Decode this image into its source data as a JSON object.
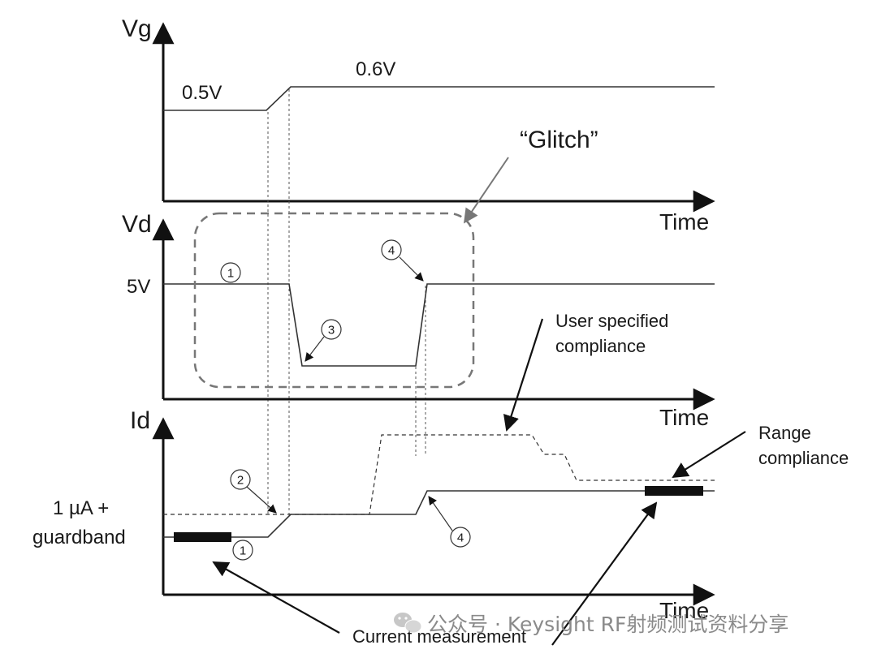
{
  "vg_plot": {
    "axis_label": "Vg",
    "time_label": "Time",
    "level_low": "0.5V",
    "level_high": "0.6V"
  },
  "vd_plot": {
    "axis_label": "Vd",
    "time_label": "Time",
    "level": "5V",
    "glitch_label": "“Glitch”"
  },
  "id_plot": {
    "axis_label": "Id",
    "time_label": "Time",
    "level_label_line1": "1 µA +",
    "level_label_line2": "guardband"
  },
  "annotations": {
    "user_compliance_line1": "User specified",
    "user_compliance_line2": "compliance",
    "range_compliance_line1": "Range",
    "range_compliance_line2": "compliance",
    "current_measurement": "Current measurement"
  },
  "markers": {
    "m1": "1",
    "m2": "2",
    "m3": "3",
    "m4": "4"
  },
  "watermark": {
    "text": "公众号 · Keysight RF射频测试资料分享",
    "icon": "wechat-icon"
  }
}
